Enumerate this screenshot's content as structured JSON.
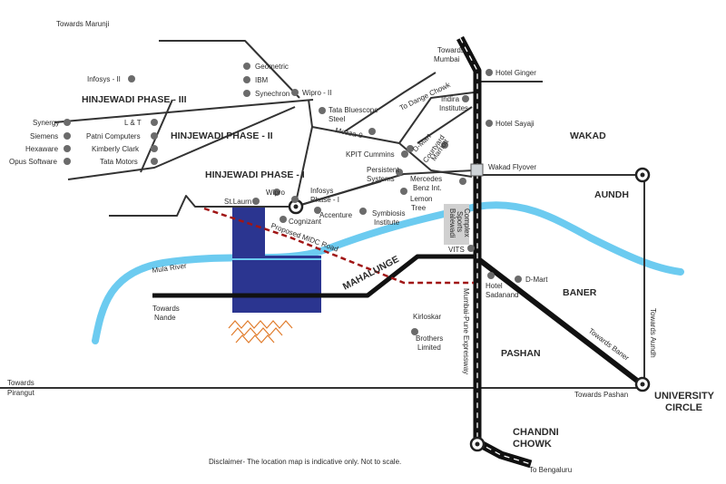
{
  "colors": {
    "river": "#6ccbf0",
    "road": "#333333",
    "expressway": "#111111",
    "proposed_road": "#a01515",
    "lake": "#2b3590",
    "marker": "#6b6b6b"
  },
  "directions": {
    "marunji": "Towards Marunji",
    "mumbai_1": "Towards",
    "mumbai_2": "Mumbai",
    "dange_chowk": "To Dange Chowk",
    "nande_1": "Towards",
    "nande_2": "Nande",
    "pirangut_1": "Towards",
    "pirangut_2": "Pirangut",
    "pashan": "Towards Pashan",
    "aundh": "Towards Aundh",
    "baner": "Towards Baner",
    "bengaluru": "To Bengaluru"
  },
  "areas": {
    "hinjewadi_3": "HINJEWADI PHASE - III",
    "hinjewadi_2": "HINJEWADI PHASE - II",
    "hinjewadi_1": "HINJEWADI PHASE - I",
    "wakad": "WAKAD",
    "aundh": "AUNDH",
    "baner": "BANER",
    "pashan": "PASHAN",
    "mahalunge": "MAHALUNGE",
    "university_1": "UNIVERSITY",
    "university_2": "CIRCLE",
    "chandni_1": "CHANDNI",
    "chandni_2": "CHOWK"
  },
  "landmarks": {
    "infosys2": "Infosys - II",
    "synergy": "Synergy",
    "siemens": "Siemens",
    "hexaware": "Hexaware",
    "opus": "Opus Software",
    "lt": "L & T",
    "patni": "Patni Computers",
    "kimberly": "Kimberly Clark",
    "tata_motors": "Tata Motors",
    "geometric": "Geometric",
    "ibm": "IBM",
    "synechron": "Synechron",
    "wipro2": "Wipro - II",
    "tata_bluescope_1": "Tata Bluescope",
    "tata_bluescope_2": "Steel",
    "mezza": "Mezza-9",
    "kpit": "KPIT Cummins",
    "dmart_top": "D-Mart",
    "courtyard_1": "Courtyard",
    "courtyard_2": "Marriott",
    "indira_1": "Indira",
    "indira_2": "Institutes",
    "hotel_ginger": "Hotel Ginger",
    "hotel_sayaji": "Hotel Sayaji",
    "persistent_1": "Persistent",
    "persistent_2": "Systems",
    "mercedes_1": "Mercedes",
    "mercedes_2": "Benz Int.",
    "wakad_flyover": "Wakad Flyover",
    "wipro": "Wipro",
    "st_laurn": "St.Laurn",
    "infosys1_1": "Infosys",
    "infosys1_2": "Phase - I",
    "accenture": "Accenture",
    "cognizant": "Cognizant",
    "symbiosis_1": "Symbiosis",
    "symbiosis_2": "Institute",
    "lemon_1": "Lemon",
    "lemon_2": "Tree",
    "balewadi_1": "Balewadi",
    "balewadi_2": "Sports",
    "balewadi_3": "Complex",
    "vits": "VITS",
    "dmart_baner": "D-Mart",
    "hotel_sadanand_1": "Hotel",
    "hotel_sadanand_2": "Sadanand",
    "kirloskar_1": "Kirloskar",
    "kirloskar_2": "Brothers",
    "kirloskar_3": "Limited"
  },
  "roads": {
    "expressway": "Mumbai-Pune Expressway",
    "midc": "Proposed MIDC Road",
    "river": "Mula River"
  },
  "disclaimer": "Disclaimer- The location map is indicative only. Not to scale."
}
